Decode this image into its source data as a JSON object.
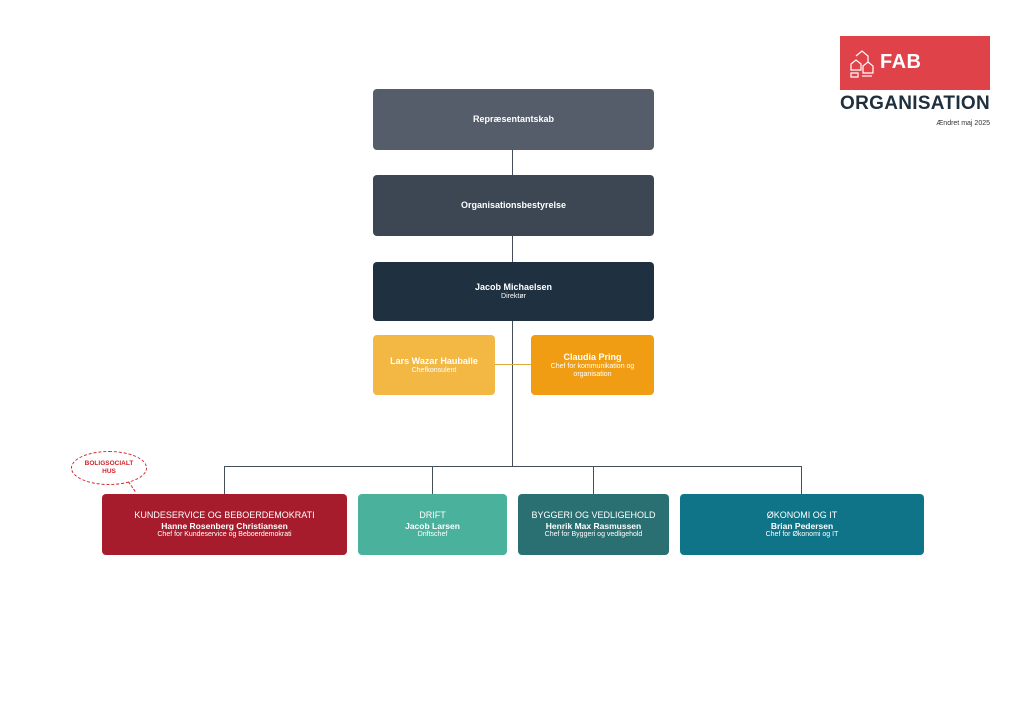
{
  "header": {
    "logo_text": "FAB",
    "title": "ORGANISATION",
    "date": "Ændret maj 2025",
    "brand_color": "#e0424a"
  },
  "board": {
    "representantskab": "Repræsentantskab",
    "bestyrelse": "Organisationsbestyrelse"
  },
  "director": {
    "name": "Jacob Michaelsen",
    "role": "Direktør"
  },
  "staff": [
    {
      "name": "Lars Wazar Hauballe",
      "role": "Chefkonsulent"
    },
    {
      "name": "Claudia Pring",
      "role": "Chef for kommunikation og organisation"
    }
  ],
  "departments": [
    {
      "title": "KUNDESERVICE OG BEBOERDEMOKRATI",
      "name": "Hanne Rosenberg Christiansen",
      "role": "Chef for Kundeservice og Beboerdemokrati",
      "color": "#a61c2c"
    },
    {
      "title": "DRIFT",
      "name": "Jacob Larsen",
      "role": "Driftschef",
      "color": "#4ab19d"
    },
    {
      "title": "BYGGERI OG VEDLIGEHOLD",
      "name": "Henrik Max Rasmussen",
      "role": "Chef for Byggeri og vedligehold",
      "color": "#2a6f72"
    },
    {
      "title": "ØKONOMI OG IT",
      "name": "Brian Pedersen",
      "role": "Chef for Økonomi og IT",
      "color": "#0f7488"
    }
  ],
  "note": {
    "text": "BOLIGSOCIALT HUS"
  }
}
